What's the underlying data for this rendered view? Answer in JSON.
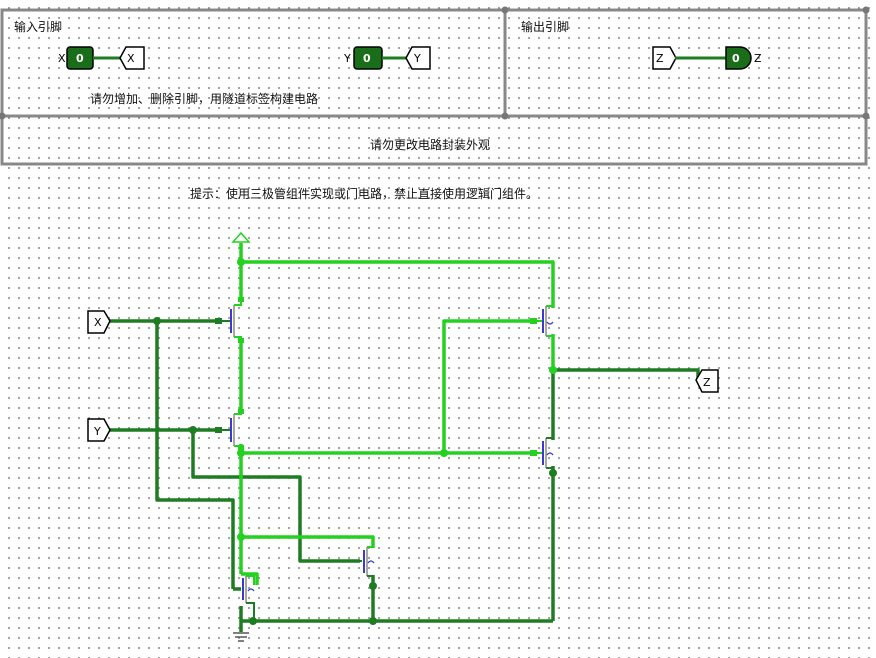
{
  "panels": {
    "input_title": "输入引脚",
    "output_title": "输出引脚",
    "input_note": "请勿增加、删除引脚，用隧道标签构建电路",
    "package_note": "请勿更改电路封装外观"
  },
  "hint": "提示：使用三极管组件实现或门电路，禁止直接使用逻辑门组件。",
  "pins": {
    "input_x": {
      "name": "X",
      "value": "0"
    },
    "input_y": {
      "name": "Y",
      "value": "0"
    },
    "output_z": {
      "name": "Z",
      "value": "0"
    }
  },
  "tunnels": {
    "x_top": "X",
    "y_top": "Y",
    "z_top": "Z",
    "x_circuit": "X",
    "y_circuit": "Y",
    "z_circuit": "Z"
  },
  "colors": {
    "wire_dark": "#1e7d22",
    "wire_light": "#22d21e",
    "pin_fill": "#1a6e1a",
    "frame": "#888888",
    "transistor_gate": "#3a3acc"
  }
}
